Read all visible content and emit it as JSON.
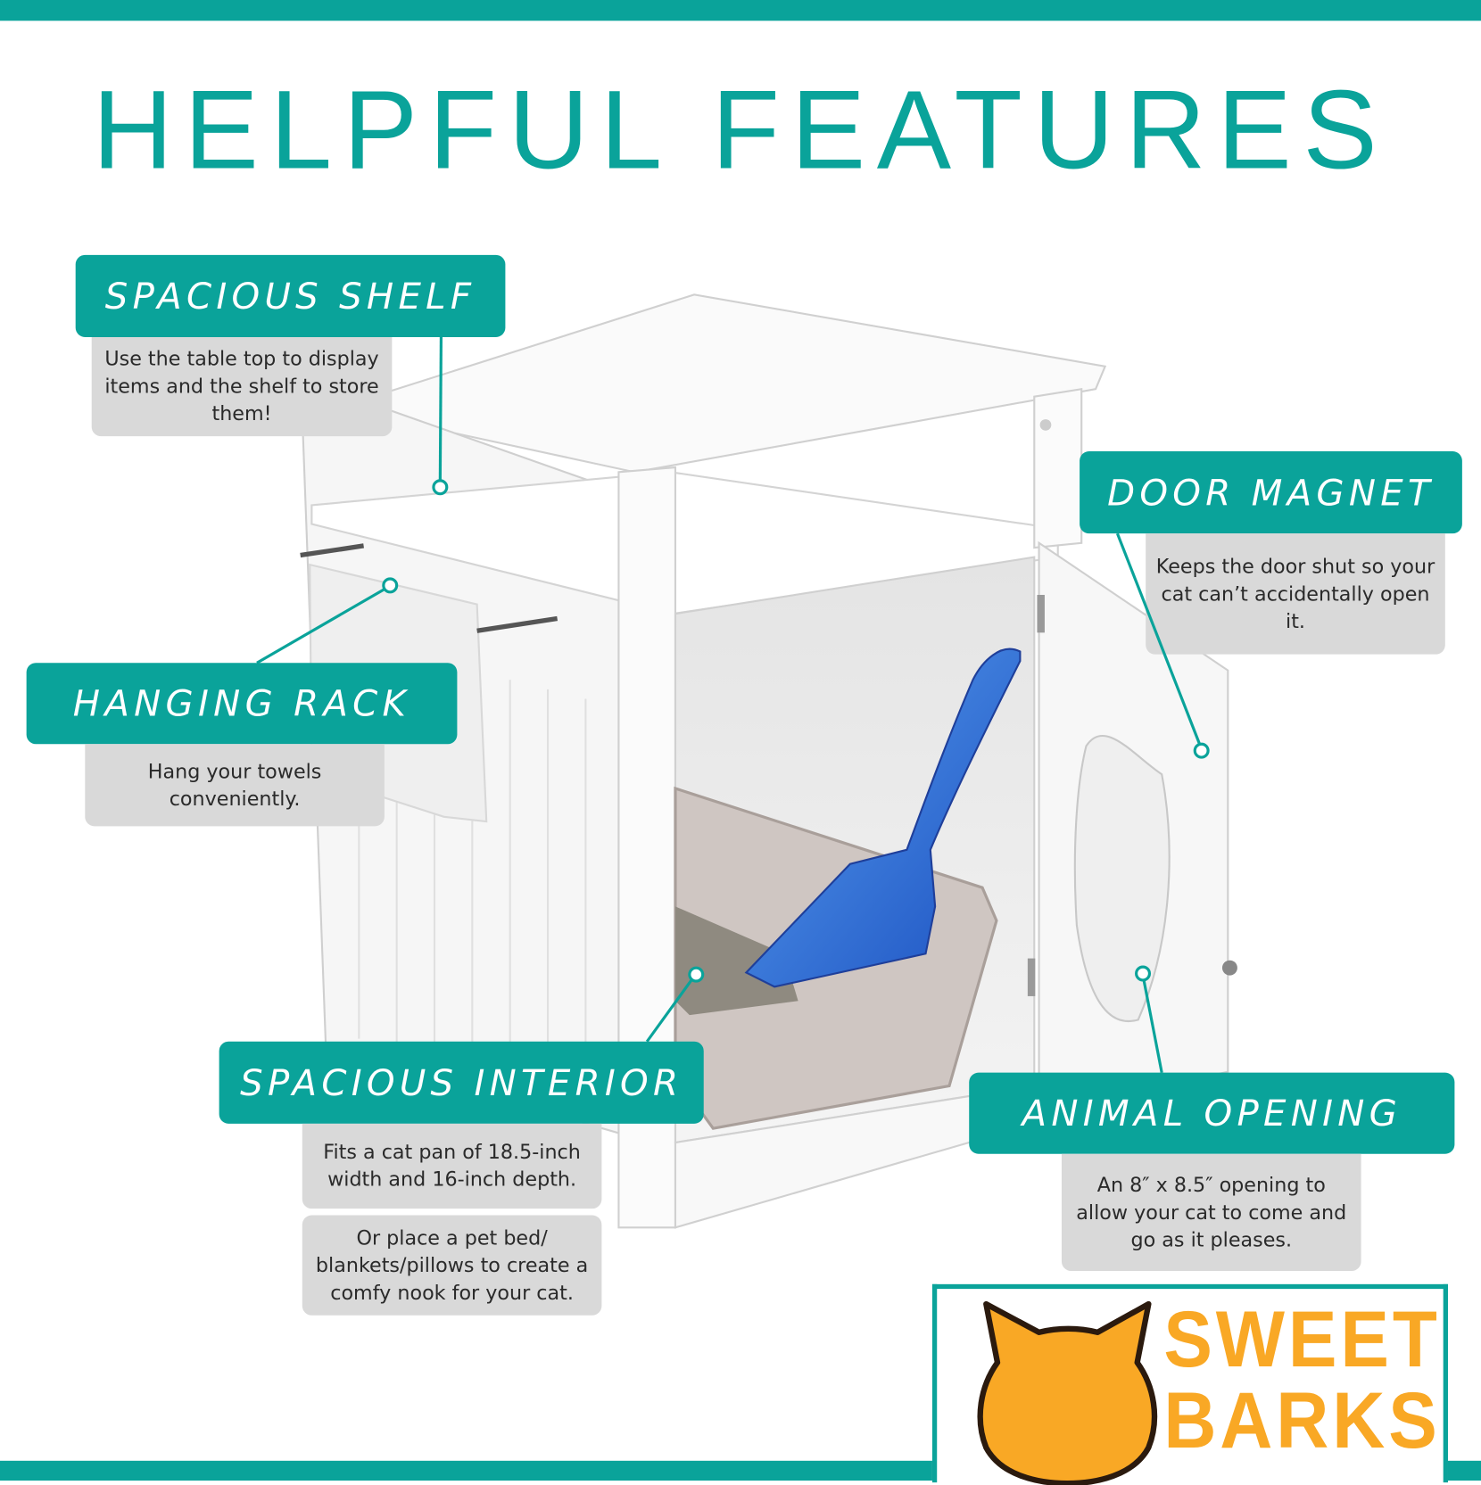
{
  "title": "HELPFUL FEATURES",
  "colors": {
    "accent": "#0aa39a",
    "panel": "#d9d9d9",
    "logo_orange": "#f9a825"
  },
  "features": [
    {
      "label": "SPACIOUS SHELF",
      "desc": [
        "Use the table top to display items and the shelf to store them!"
      ]
    },
    {
      "label": "DOOR MAGNET",
      "desc": [
        "Keeps the door shut so your cat can’t accidentally open it."
      ]
    },
    {
      "label": "HANGING RACK",
      "desc": [
        "Hang your towels conveniently."
      ]
    },
    {
      "label": "SPACIOUS INTERIOR",
      "desc": [
        "Fits a cat pan of 18.5-inch width and 16-inch depth.",
        "Or place a pet bed/ blankets/pillows to create a comfy nook for your cat."
      ]
    },
    {
      "label": "ANIMAL OPENING",
      "desc": [
        "An 8″ x 8.5″ opening to allow your cat to come and go as it pleases."
      ]
    }
  ],
  "logo": {
    "line1": "SWEET",
    "line2": "BARKS",
    "icon": "cat-head-icon"
  }
}
